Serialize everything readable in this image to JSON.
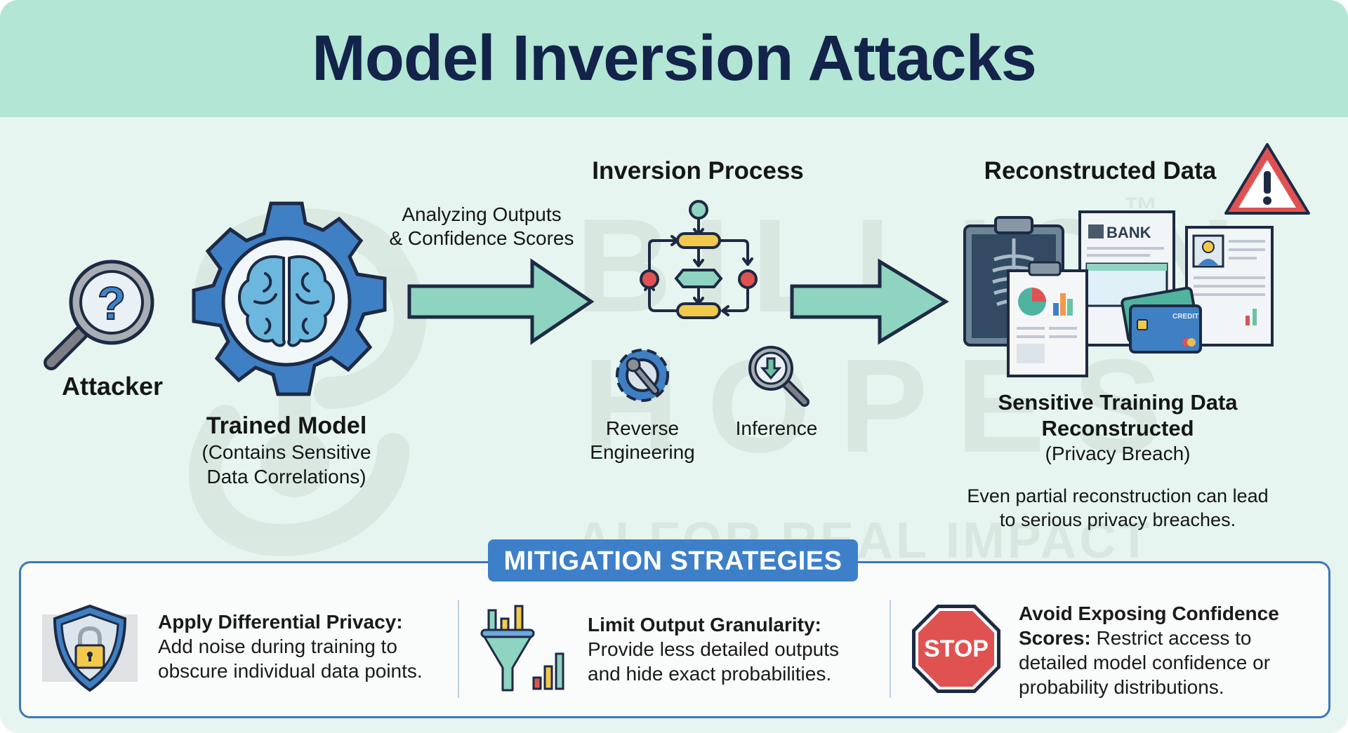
{
  "header": {
    "title": "Model Inversion Attacks"
  },
  "watermark": {
    "line1": "BILLION",
    "line2": "HOPES",
    "trademark": "™",
    "tagline": "AI FOR REAL IMPACT"
  },
  "attacker": {
    "label": "Attacker",
    "icon": "magnifier-question-icon"
  },
  "model": {
    "title": "Trained Model",
    "subtitle_line1": "(Contains Sensitive",
    "subtitle_line2": "Data Correlations)",
    "icon": "gear-brain-icon"
  },
  "arrow1": {
    "label_line1": "Analyzing Outputs",
    "label_line2": "& Confidence Scores"
  },
  "inversion": {
    "title": "Inversion Process",
    "icon": "flowchart-icon",
    "methods": [
      {
        "label_line1": "Reverse",
        "label_line2": "Engineering",
        "icon": "gear-wrench-icon"
      },
      {
        "label_line1": "Inference",
        "label_line2": "",
        "icon": "magnifier-download-icon"
      }
    ]
  },
  "reconstructed": {
    "title": "Reconstructed Data",
    "warning_icon": "warning-triangle-icon",
    "bank_label": "BANK",
    "card_label": "CREDIT",
    "caption_line1": "Sensitive Training Data",
    "caption_line2": "Reconstructed",
    "caption_line3": "(Privacy Breach)",
    "note_line1": "Even partial reconstruction can lead",
    "note_line2": "to serious privacy breaches."
  },
  "mitigation": {
    "heading": "MITIGATION STRATEGIES",
    "items": [
      {
        "title": "Apply Differential Privacy:",
        "body_line1": "Add noise during training to",
        "body_line2": "obscure individual data points.",
        "icon": "shield-lock-icon"
      },
      {
        "title": "Limit Output Granularity:",
        "body_line1": "Provide less detailed outputs",
        "body_line2": "and hide exact probabilities.",
        "icon": "funnel-chart-icon"
      },
      {
        "title_line1": "Avoid Exposing Confidence",
        "title_line2": "Scores:",
        "body_line1": " Restrict access to",
        "body_line2": "detailed model confidence or",
        "body_line3": "probability distributions.",
        "icon": "stop-sign-icon",
        "stop_text": "STOP"
      }
    ]
  },
  "colors": {
    "header_bg": "#b3e6d5",
    "page_bg": "#e6f5ef",
    "title": "#13234a",
    "accent_blue": "#3d80c9",
    "arrow_fill": "#8fd3c1",
    "warning_red": "#e05252",
    "yellow": "#f2c94c"
  }
}
